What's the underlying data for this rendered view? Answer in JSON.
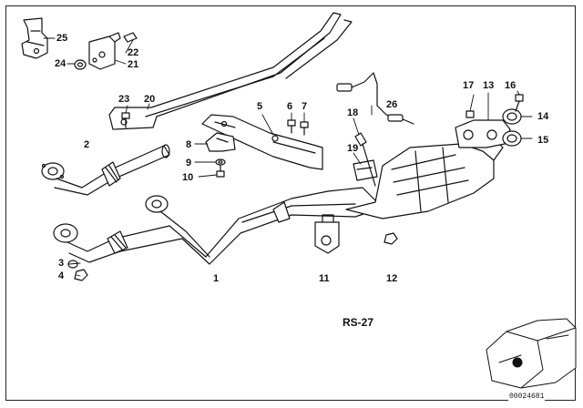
{
  "diagram": {
    "reference": "RS-27",
    "image_code": "00024681",
    "callouts": [
      {
        "id": "1",
        "text": "1"
      },
      {
        "id": "2",
        "text": "2"
      },
      {
        "id": "3",
        "text": "3"
      },
      {
        "id": "4",
        "text": "4"
      },
      {
        "id": "5",
        "text": "5"
      },
      {
        "id": "6",
        "text": "6"
      },
      {
        "id": "7",
        "text": "7"
      },
      {
        "id": "8",
        "text": "8"
      },
      {
        "id": "9",
        "text": "9"
      },
      {
        "id": "10",
        "text": "10"
      },
      {
        "id": "11",
        "text": "11"
      },
      {
        "id": "12",
        "text": "12"
      },
      {
        "id": "13",
        "text": "13"
      },
      {
        "id": "14",
        "text": "14"
      },
      {
        "id": "15",
        "text": "15"
      },
      {
        "id": "16",
        "text": "16"
      },
      {
        "id": "17",
        "text": "17"
      },
      {
        "id": "18",
        "text": "18"
      },
      {
        "id": "19",
        "text": "19"
      },
      {
        "id": "20",
        "text": "20"
      },
      {
        "id": "21",
        "text": "21"
      },
      {
        "id": "22",
        "text": "22"
      },
      {
        "id": "23",
        "text": "23"
      },
      {
        "id": "24",
        "text": "24"
      },
      {
        "id": "25",
        "text": "25"
      },
      {
        "id": "26",
        "text": "26"
      }
    ]
  }
}
